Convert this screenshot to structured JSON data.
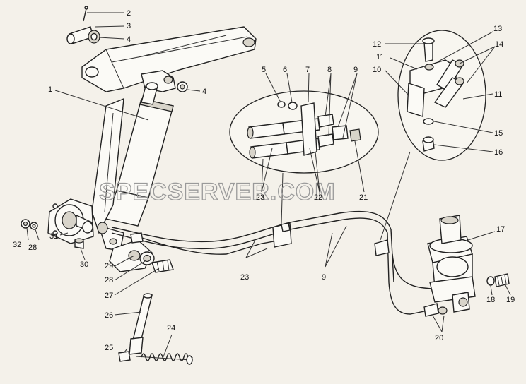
{
  "watermark": "SPECSERVER.COM",
  "callouts": {
    "n1": "1",
    "n2": "2",
    "n3": "3",
    "n4a": "4",
    "n4b": "4",
    "n5": "5",
    "n6": "6",
    "n7": "7",
    "n8": "8",
    "n9a": "9",
    "n9b": "9",
    "n10": "10",
    "n11a": "11",
    "n11b": "11",
    "n12": "12",
    "n13": "13",
    "n14": "14",
    "n15": "15",
    "n16": "16",
    "n17": "17",
    "n18": "18",
    "n19": "19",
    "n20": "20",
    "n21": "21",
    "n22": "22",
    "n23a": "23",
    "n23b": "23",
    "n24": "24",
    "n25": "25",
    "n26": "26",
    "n27": "27",
    "n28a": "28",
    "n28b": "28",
    "n29": "29",
    "n30": "30",
    "n31": "31",
    "n32": "32"
  }
}
